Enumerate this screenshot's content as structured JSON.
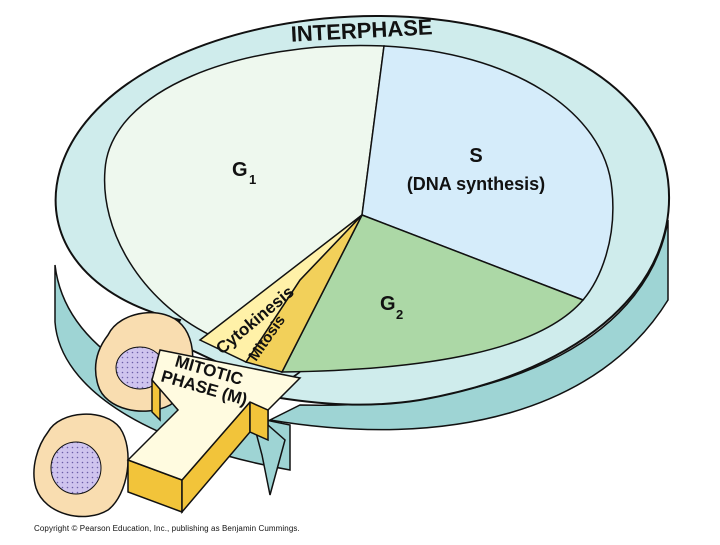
{
  "title": "INTERPHASE",
  "phases": {
    "g1": {
      "letter": "G",
      "sub": "1"
    },
    "s": {
      "letter": "S",
      "detail": "(DNA synthesis)"
    },
    "g2": {
      "letter": "G",
      "sub": "2"
    },
    "cytokinesis": "Cytokinesis",
    "mitosis": "Mitosis"
  },
  "arrow_label": {
    "line1": "MITOTIC",
    "line2": "PHASE (M)"
  },
  "copyright": "Copyright © Pearson Education, Inc., publishing as Benjamin Cummings.",
  "colors": {
    "ring": "#cfecec",
    "ring_side": "#9ed4d4",
    "g1": "#eef8ee",
    "s": "#d5ecfa",
    "g2": "#acd8a6",
    "cytokinesis": "#fff1a8",
    "mitosis": "#f2d05a",
    "arrow_face": "#fffbe0",
    "arrow_side": "#f2c43a",
    "cell": "#f9ddb0",
    "nucleus": "#cfc4ee"
  }
}
